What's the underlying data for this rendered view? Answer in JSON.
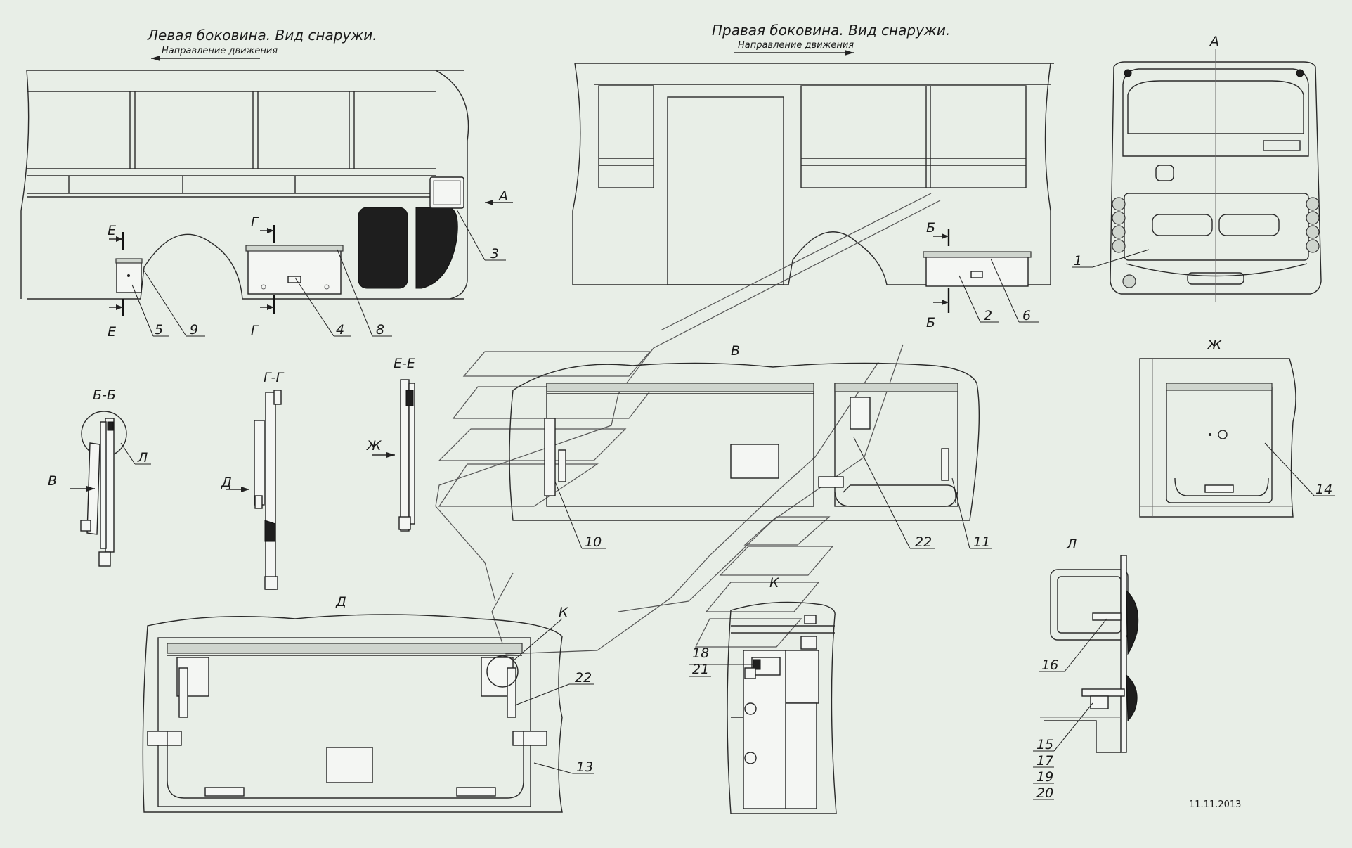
{
  "title_left": "Левая боковина. Вид снаружи.",
  "direction_left": "Направление движения",
  "title_right": "Правая боковина. Вид снаружи.",
  "direction_right": "Направление движения",
  "date": "11.11.2013",
  "views": {
    "A": "А",
    "B": "В",
    "D": "Д",
    "Zh": "Ж",
    "L": "Л",
    "K": "К",
    "BB": "Б-Б",
    "GG": "Г-Г",
    "EE": "Е-Е"
  },
  "section_marks": {
    "E_top": "Е",
    "E_bot": "Е",
    "G_top": "Г",
    "G_bot": "Г",
    "B_top": "Б",
    "B_bot": "Б",
    "A_arrow": "А",
    "V_arrow": "В",
    "D_arrow": "Д",
    "Zh_arrow": "Ж",
    "L_circle": "Л"
  },
  "callouts": {
    "p1": "1",
    "p2": "2",
    "p3": "3",
    "p4": "4",
    "p5": "5",
    "p6": "6",
    "p8": "8",
    "p9": "9",
    "p10": "10",
    "p11": "11",
    "p13": "13",
    "p14": "14",
    "p15": "15",
    "p16": "16",
    "p17": "17",
    "p18": "18",
    "p19": "19",
    "p20": "20",
    "p21": "21",
    "p22a": "22",
    "p22b": "22"
  }
}
